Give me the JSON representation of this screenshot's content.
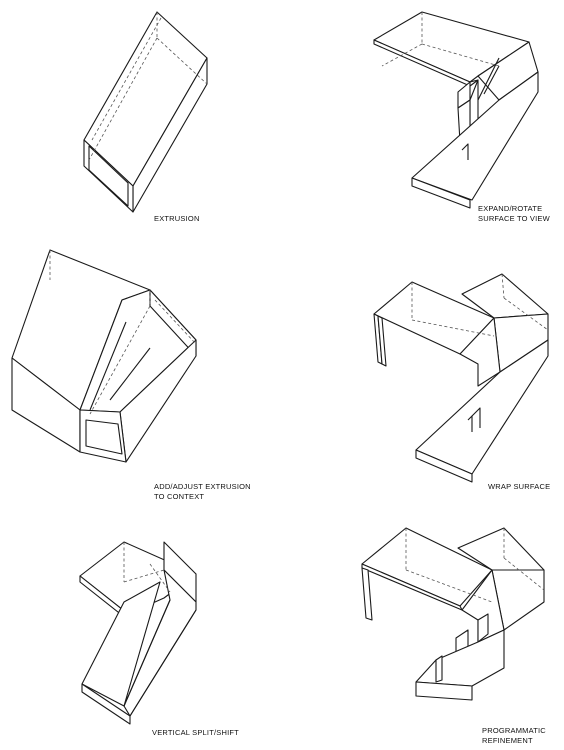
{
  "diagrams": [
    {
      "id": "extrusion",
      "caption_lines": [
        "EXTRUSION"
      ]
    },
    {
      "id": "expand",
      "caption_lines": [
        "EXPAND/ROTATE",
        "SURFACE TO VIEW"
      ]
    },
    {
      "id": "add-adjust",
      "caption_lines": [
        "ADD/ADJUST EXTRUSION",
        "TO CONTEXT"
      ]
    },
    {
      "id": "wrap",
      "caption_lines": [
        "WRAP SURFACE"
      ]
    },
    {
      "id": "split",
      "caption_lines": [
        "VERTICAL SPLIT/SHIFT"
      ]
    },
    {
      "id": "refine",
      "caption_lines": [
        "PROGRAMMATIC",
        "REFINEMENT"
      ]
    }
  ],
  "colors": {
    "line": "#1a1a1a",
    "hidden_line": "#555555",
    "paper": "#ffffff"
  }
}
